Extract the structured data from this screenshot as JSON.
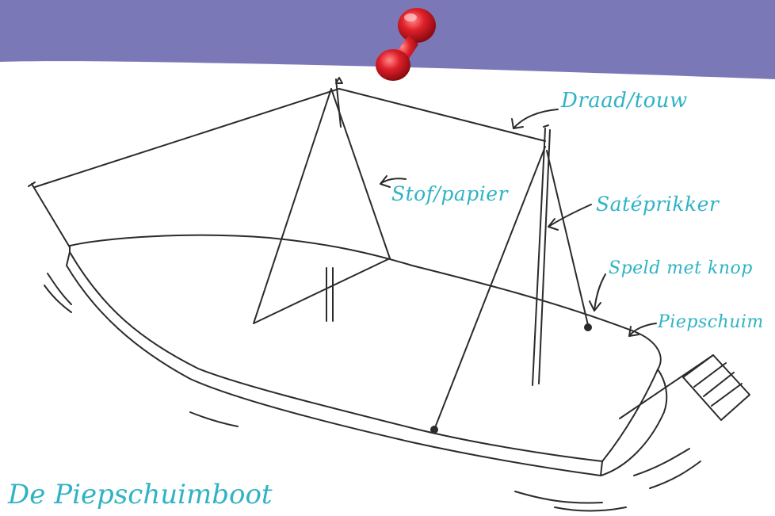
{
  "colors": {
    "banner": "#7b78b8",
    "sketch_ink": "#2b2b2b",
    "label_color": "#2fb3c4",
    "pushpin": "#e0202a"
  },
  "labels": {
    "draad": "Draad/touw",
    "stof": "Stof/papier",
    "sate": "Satéprikker",
    "speld": "Speld met knop",
    "piep": "Piepschuim"
  },
  "title": "De Piepschuimboot"
}
